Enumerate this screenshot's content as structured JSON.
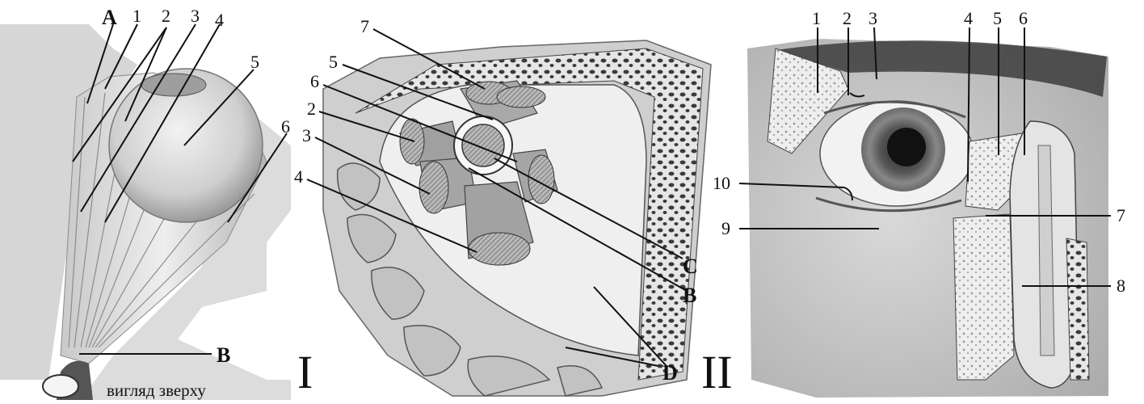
{
  "panel_left": {
    "letter_a": "A",
    "letter_b": "B",
    "numbers": [
      "1",
      "2",
      "3",
      "4",
      "5",
      "6"
    ],
    "caption": "вигляд зверху"
  },
  "panel_middle": {
    "roman": "I",
    "numbers": [
      "7",
      "5",
      "6",
      "2",
      "3",
      "4"
    ],
    "letter_c": "C",
    "letter_b": "B",
    "letter_d": "D"
  },
  "panel_right": {
    "roman": "II",
    "numbers_top": [
      "1",
      "2",
      "3",
      "4",
      "5",
      "6"
    ],
    "number_10": "10",
    "number_9": "9",
    "number_7": "7",
    "number_8": "8"
  }
}
